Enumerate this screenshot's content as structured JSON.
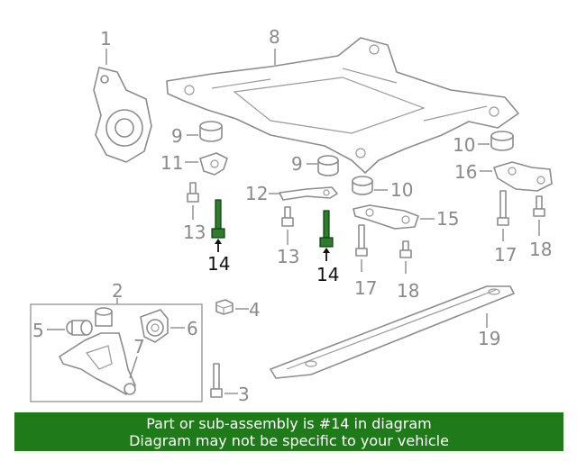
{
  "callouts": {
    "c1": "1",
    "c2": "2",
    "c3": "3",
    "c4": "4",
    "c5": "5",
    "c6": "6",
    "c7": "7",
    "c8": "8",
    "c9a": "9",
    "c9b": "9",
    "c10a": "10",
    "c10b": "10",
    "c11": "11",
    "c12": "12",
    "c13a": "13",
    "c13b": "13",
    "c14a": "14",
    "c14b": "14",
    "c15": "15",
    "c16": "16",
    "c17a": "17",
    "c17b": "17",
    "c18a": "18",
    "c18b": "18",
    "c19": "19"
  },
  "highlight": {
    "part_number": "14",
    "color": "#2e7d2e"
  },
  "footer": {
    "line1": "Part or sub-assembly is #14 in diagram",
    "line2": "Diagram may not be specific to your vehicle",
    "background": "#1f7a1a"
  }
}
